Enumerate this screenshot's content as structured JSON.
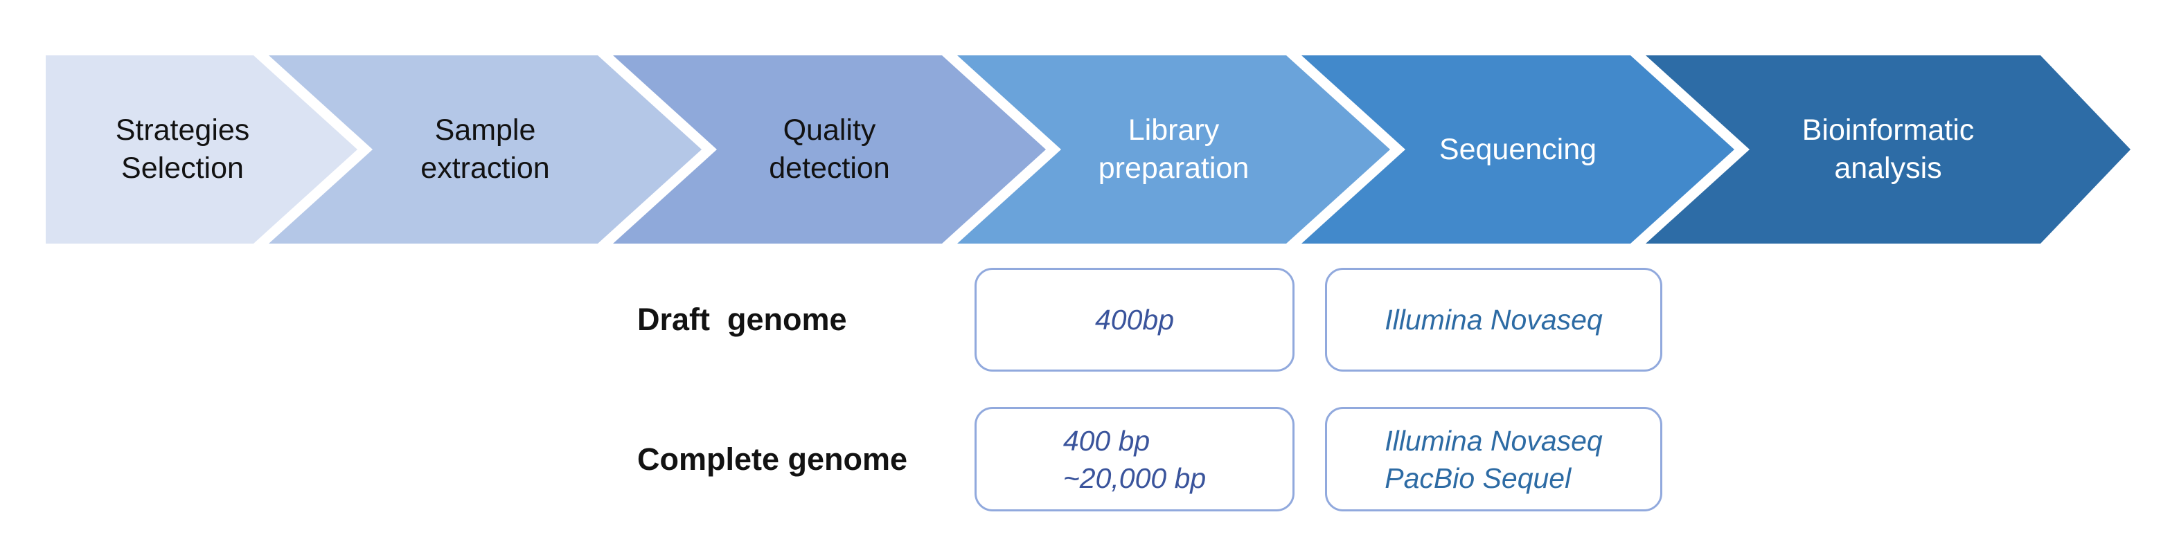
{
  "steps": [
    {
      "label": "Strategies\nSelection",
      "fill": "#dbe3f3",
      "text_color": "#121212"
    },
    {
      "label": "Sample\nextraction",
      "fill": "#b4c7e7",
      "text_color": "#121212"
    },
    {
      "label": "Quality\ndetection",
      "fill": "#8fa9da",
      "text_color": "#121212"
    },
    {
      "label": "Library\npreparation",
      "fill": "#6aa3da",
      "text_color": "#ffffff"
    },
    {
      "label": "Sequencing",
      "fill": "#4289cb",
      "text_color": "#ffffff"
    },
    {
      "label": "Bioinformatic\nanalysis",
      "fill": "#2d6ca6",
      "text_color": "#ffffff"
    }
  ],
  "rows": [
    {
      "label": "Draft  genome",
      "library_prep": "400bp",
      "sequencing": "Illumina Novaseq"
    },
    {
      "label": "Complete genome",
      "library_prep": "400 bp\n~20,000 bp",
      "sequencing": "Illumina Novaseq\nPacBio Sequel"
    }
  ],
  "colors": {
    "box_border": "#91a9dd",
    "box_text_navy": "#3a549c",
    "box_text_steel": "#2d6ba4",
    "arrow_text_dark": "#121212",
    "arrow_text_light": "#ffffff"
  }
}
